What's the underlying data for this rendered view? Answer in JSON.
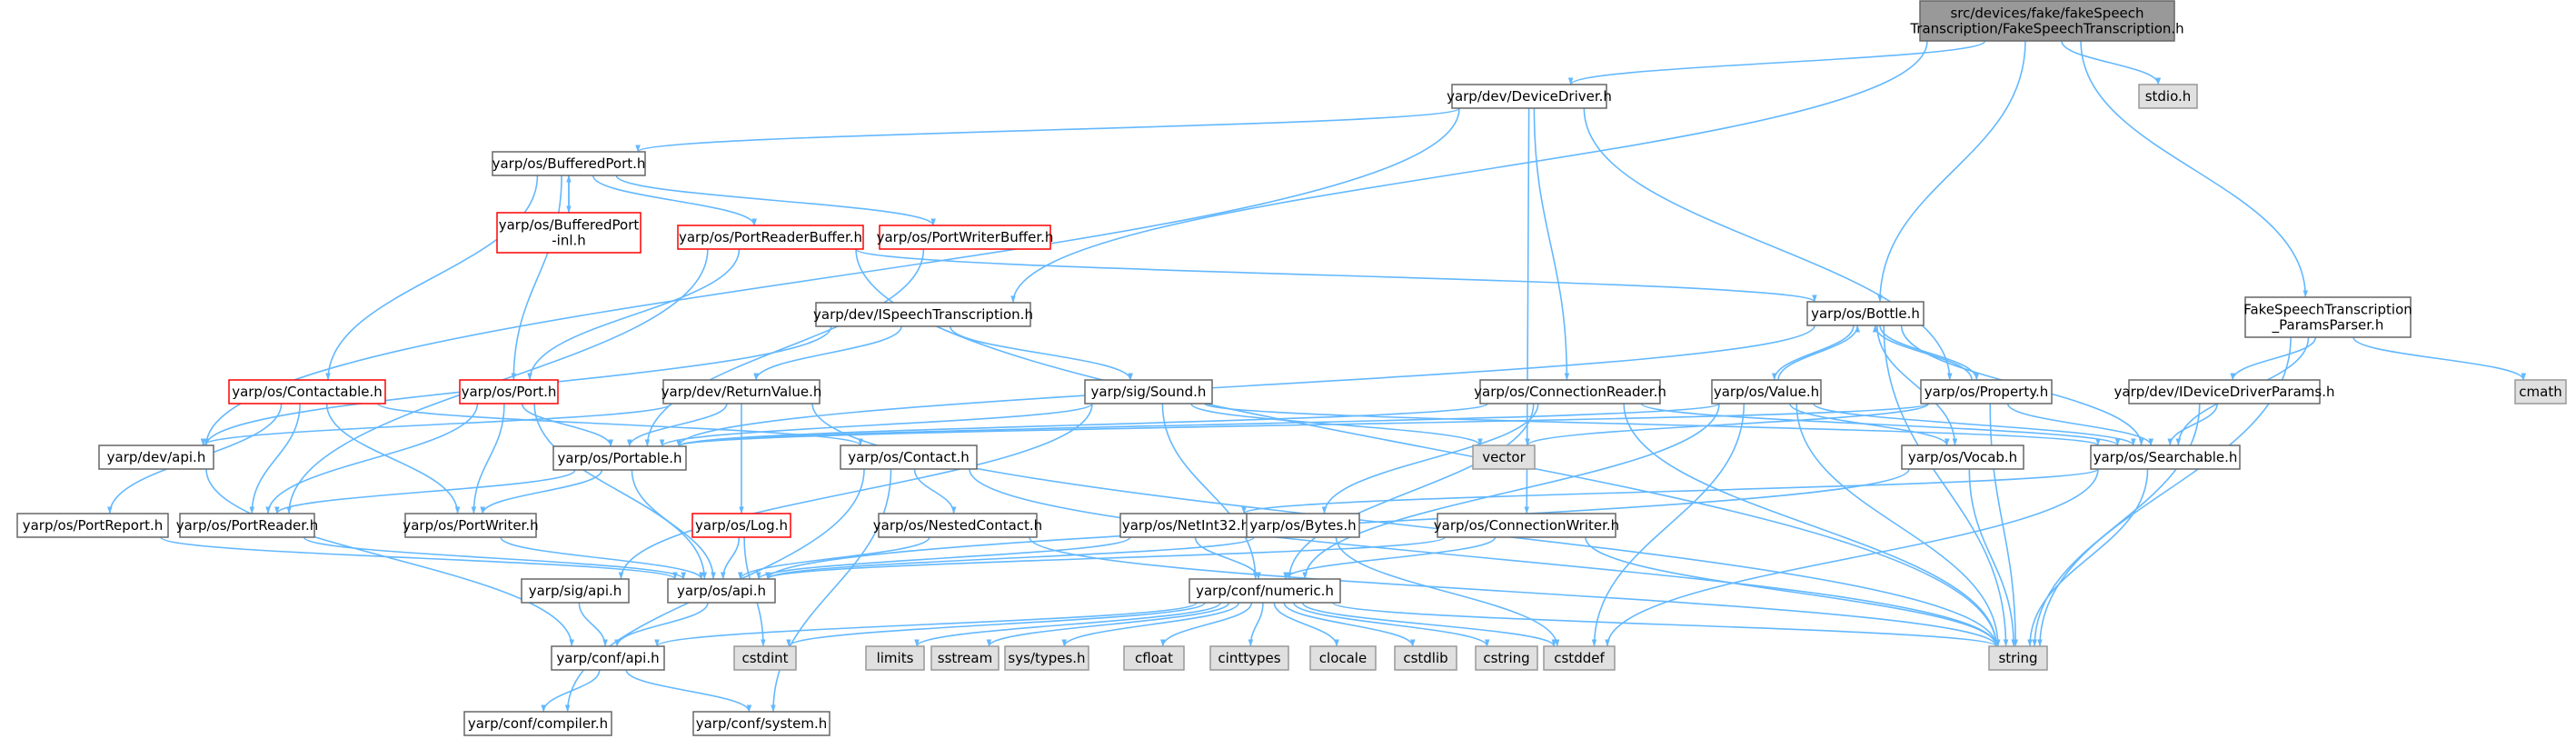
{
  "colors": {
    "edge": "#63b8ff",
    "normal_fill": "#ffffff",
    "normal_stroke": "#666666",
    "red_stroke": "#ff0000",
    "external_fill": "#e0e0e0",
    "external_stroke": "#999999",
    "root_fill": "#999999",
    "root_stroke": "#666666"
  },
  "nodes": [
    {
      "id": "root",
      "style": "root",
      "lines": [
        "src/devices/fake/fakeSpeech",
        "Transcription/FakeSpeechTranscription.h"
      ]
    },
    {
      "id": "devicedriver",
      "style": "normal",
      "lines": [
        "yarp/dev/DeviceDriver.h"
      ]
    },
    {
      "id": "stdio",
      "style": "external",
      "lines": [
        "stdio.h"
      ]
    },
    {
      "id": "bufferedport",
      "style": "normal",
      "lines": [
        "yarp/os/BufferedPort.h"
      ]
    },
    {
      "id": "bufferedportinl",
      "style": "red",
      "lines": [
        "yarp/os/BufferedPort",
        "-inl.h"
      ]
    },
    {
      "id": "portreaderbuffer",
      "style": "red",
      "lines": [
        "yarp/os/PortReaderBuffer.h"
      ]
    },
    {
      "id": "portwriterbuffer",
      "style": "red",
      "lines": [
        "yarp/os/PortWriterBuffer.h"
      ]
    },
    {
      "id": "ispeech",
      "style": "normal",
      "lines": [
        "yarp/dev/ISpeechTranscription.h"
      ]
    },
    {
      "id": "bottle",
      "style": "normal",
      "lines": [
        "yarp/os/Bottle.h"
      ]
    },
    {
      "id": "fakeparams",
      "style": "normal",
      "lines": [
        "FakeSpeechTranscription",
        "_ParamsParser.h"
      ]
    },
    {
      "id": "contactable",
      "style": "red",
      "lines": [
        "yarp/os/Contactable.h"
      ]
    },
    {
      "id": "port",
      "style": "red",
      "lines": [
        "yarp/os/Port.h"
      ]
    },
    {
      "id": "returnvalue",
      "style": "normal",
      "lines": [
        "yarp/dev/ReturnValue.h"
      ]
    },
    {
      "id": "sound",
      "style": "normal",
      "lines": [
        "yarp/sig/Sound.h"
      ]
    },
    {
      "id": "connreader",
      "style": "normal",
      "lines": [
        "yarp/os/ConnectionReader.h"
      ]
    },
    {
      "id": "value",
      "style": "normal",
      "lines": [
        "yarp/os/Value.h"
      ]
    },
    {
      "id": "property",
      "style": "normal",
      "lines": [
        "yarp/os/Property.h"
      ]
    },
    {
      "id": "ideviceparams",
      "style": "normal",
      "lines": [
        "yarp/dev/IDeviceDriverParams.h"
      ]
    },
    {
      "id": "cmath",
      "style": "external",
      "lines": [
        "cmath"
      ]
    },
    {
      "id": "devapi",
      "style": "normal",
      "lines": [
        "yarp/dev/api.h"
      ]
    },
    {
      "id": "portable",
      "style": "normal",
      "lines": [
        "yarp/os/Portable.h"
      ]
    },
    {
      "id": "contact",
      "style": "normal",
      "lines": [
        "yarp/os/Contact.h"
      ]
    },
    {
      "id": "vector",
      "style": "external",
      "lines": [
        "vector"
      ]
    },
    {
      "id": "vocab",
      "style": "normal",
      "lines": [
        "yarp/os/Vocab.h"
      ]
    },
    {
      "id": "searchable",
      "style": "normal",
      "lines": [
        "yarp/os/Searchable.h"
      ]
    },
    {
      "id": "portreport",
      "style": "normal",
      "lines": [
        "yarp/os/PortReport.h"
      ]
    },
    {
      "id": "portreader",
      "style": "normal",
      "lines": [
        "yarp/os/PortReader.h"
      ]
    },
    {
      "id": "portwriter",
      "style": "normal",
      "lines": [
        "yarp/os/PortWriter.h"
      ]
    },
    {
      "id": "log",
      "style": "red",
      "lines": [
        "yarp/os/Log.h"
      ]
    },
    {
      "id": "nestedcontact",
      "style": "normal",
      "lines": [
        "yarp/os/NestedContact.h"
      ]
    },
    {
      "id": "netint32",
      "style": "normal",
      "lines": [
        "yarp/os/NetInt32.h"
      ]
    },
    {
      "id": "bytes",
      "style": "normal",
      "lines": [
        "yarp/os/Bytes.h"
      ]
    },
    {
      "id": "connwriter",
      "style": "normal",
      "lines": [
        "yarp/os/ConnectionWriter.h"
      ]
    },
    {
      "id": "sigapi",
      "style": "normal",
      "lines": [
        "yarp/sig/api.h"
      ]
    },
    {
      "id": "osapi",
      "style": "normal",
      "lines": [
        "yarp/os/api.h"
      ]
    },
    {
      "id": "numeric",
      "style": "normal",
      "lines": [
        "yarp/conf/numeric.h"
      ]
    },
    {
      "id": "confapi",
      "style": "normal",
      "lines": [
        "yarp/conf/api.h"
      ]
    },
    {
      "id": "cstdint",
      "style": "external",
      "lines": [
        "cstdint"
      ]
    },
    {
      "id": "limits",
      "style": "external",
      "lines": [
        "limits"
      ]
    },
    {
      "id": "sstream",
      "style": "external",
      "lines": [
        "sstream"
      ]
    },
    {
      "id": "systypes",
      "style": "external",
      "lines": [
        "sys/types.h"
      ]
    },
    {
      "id": "cfloat",
      "style": "external",
      "lines": [
        "cfloat"
      ]
    },
    {
      "id": "cinttypes",
      "style": "external",
      "lines": [
        "cinttypes"
      ]
    },
    {
      "id": "clocale",
      "style": "external",
      "lines": [
        "clocale"
      ]
    },
    {
      "id": "cstdlib",
      "style": "external",
      "lines": [
        "cstdlib"
      ]
    },
    {
      "id": "cstring",
      "style": "external",
      "lines": [
        "cstring"
      ]
    },
    {
      "id": "cstddef",
      "style": "external",
      "lines": [
        "cstddef"
      ]
    },
    {
      "id": "string",
      "style": "external",
      "lines": [
        "string"
      ]
    },
    {
      "id": "compiler",
      "style": "normal",
      "lines": [
        "yarp/conf/compiler.h"
      ]
    },
    {
      "id": "system",
      "style": "normal",
      "lines": [
        "yarp/conf/system.h"
      ]
    }
  ],
  "edges": [
    [
      "root",
      "devicedriver"
    ],
    [
      "root",
      "stdio"
    ],
    [
      "root",
      "ispeech"
    ],
    [
      "root",
      "bottle"
    ],
    [
      "root",
      "fakeparams"
    ],
    [
      "devicedriver",
      "bufferedport"
    ],
    [
      "devicedriver",
      "devapi"
    ],
    [
      "devicedriver",
      "connreader"
    ],
    [
      "devicedriver",
      "property"
    ],
    [
      "devicedriver",
      "connwriter"
    ],
    [
      "bufferedport",
      "bufferedportinl"
    ],
    [
      "bufferedportinl",
      "bufferedport"
    ],
    [
      "bufferedport",
      "portreaderbuffer"
    ],
    [
      "bufferedport",
      "portwriterbuffer"
    ],
    [
      "bufferedport",
      "contactable"
    ],
    [
      "bufferedport",
      "port"
    ],
    [
      "portreaderbuffer",
      "bottle"
    ],
    [
      "portreaderbuffer",
      "port"
    ],
    [
      "portreaderbuffer",
      "portreader"
    ],
    [
      "portreaderbuffer",
      "string"
    ],
    [
      "portwriterbuffer",
      "portable"
    ],
    [
      "ispeech",
      "devapi"
    ],
    [
      "ispeech",
      "returnvalue"
    ],
    [
      "ispeech",
      "sound"
    ],
    [
      "bottle",
      "value"
    ],
    [
      "value",
      "bottle"
    ],
    [
      "bottle",
      "property"
    ],
    [
      "property",
      "bottle"
    ],
    [
      "bottle",
      "portable"
    ],
    [
      "bottle",
      "searchable"
    ],
    [
      "bottle",
      "vocab"
    ],
    [
      "bottle",
      "string"
    ],
    [
      "fakeparams",
      "ideviceparams"
    ],
    [
      "fakeparams",
      "cmath"
    ],
    [
      "fakeparams",
      "searchable"
    ],
    [
      "fakeparams",
      "string"
    ],
    [
      "contactable",
      "contact"
    ],
    [
      "contactable",
      "portreader"
    ],
    [
      "contactable",
      "portwriter"
    ],
    [
      "contactable",
      "portreport"
    ],
    [
      "port",
      "portable"
    ],
    [
      "port",
      "portreader"
    ],
    [
      "port",
      "portwriter"
    ],
    [
      "port",
      "osapi"
    ],
    [
      "returnvalue",
      "devapi"
    ],
    [
      "returnvalue",
      "portable"
    ],
    [
      "returnvalue",
      "log"
    ],
    [
      "returnvalue",
      "string"
    ],
    [
      "sound",
      "portable"
    ],
    [
      "sound",
      "vector"
    ],
    [
      "sound",
      "searchable"
    ],
    [
      "sound",
      "numeric"
    ],
    [
      "sound",
      "sigapi"
    ],
    [
      "connreader",
      "portable"
    ],
    [
      "connreader",
      "searchable"
    ],
    [
      "connreader",
      "bytes"
    ],
    [
      "connreader",
      "numeric"
    ],
    [
      "connreader",
      "string"
    ],
    [
      "value",
      "portable"
    ],
    [
      "value",
      "searchable"
    ],
    [
      "value",
      "vocab"
    ],
    [
      "value",
      "numeric"
    ],
    [
      "value",
      "string"
    ],
    [
      "value",
      "cstddef"
    ],
    [
      "property",
      "portable"
    ],
    [
      "property",
      "searchable"
    ],
    [
      "property",
      "string"
    ],
    [
      "property",
      "vector"
    ],
    [
      "ideviceparams",
      "searchable"
    ],
    [
      "ideviceparams",
      "string"
    ],
    [
      "devapi",
      "confapi"
    ],
    [
      "portable",
      "portreader"
    ],
    [
      "portable",
      "portwriter"
    ],
    [
      "portable",
      "osapi"
    ],
    [
      "contact",
      "nestedcontact"
    ],
    [
      "contact",
      "compiler"
    ],
    [
      "contact",
      "system"
    ],
    [
      "contact",
      "string"
    ],
    [
      "vocab",
      "string"
    ],
    [
      "vocab",
      "osapi"
    ],
    [
      "searchable",
      "string"
    ],
    [
      "searchable",
      "cstddef"
    ],
    [
      "searchable",
      "netint32"
    ],
    [
      "portreport",
      "osapi"
    ],
    [
      "portreader",
      "osapi"
    ],
    [
      "portwriter",
      "osapi"
    ],
    [
      "log",
      "osapi"
    ],
    [
      "log",
      "cstdint"
    ],
    [
      "nestedcontact",
      "osapi"
    ],
    [
      "nestedcontact",
      "string"
    ],
    [
      "netint32",
      "numeric"
    ],
    [
      "netint32",
      "osapi"
    ],
    [
      "bytes",
      "osapi"
    ],
    [
      "bytes",
      "cstddef"
    ],
    [
      "connwriter",
      "numeric"
    ],
    [
      "connwriter",
      "string"
    ],
    [
      "connwriter",
      "osapi"
    ],
    [
      "sigapi",
      "confapi"
    ],
    [
      "osapi",
      "confapi"
    ],
    [
      "numeric",
      "confapi"
    ],
    [
      "numeric",
      "cstdint"
    ],
    [
      "numeric",
      "limits"
    ],
    [
      "numeric",
      "sstream"
    ],
    [
      "numeric",
      "systypes"
    ],
    [
      "numeric",
      "cfloat"
    ],
    [
      "numeric",
      "cinttypes"
    ],
    [
      "numeric",
      "clocale"
    ],
    [
      "numeric",
      "cstdlib"
    ],
    [
      "numeric",
      "cstring"
    ],
    [
      "numeric",
      "cstddef"
    ],
    [
      "numeric",
      "string"
    ],
    [
      "confapi",
      "compiler"
    ],
    [
      "confapi",
      "system"
    ]
  ]
}
